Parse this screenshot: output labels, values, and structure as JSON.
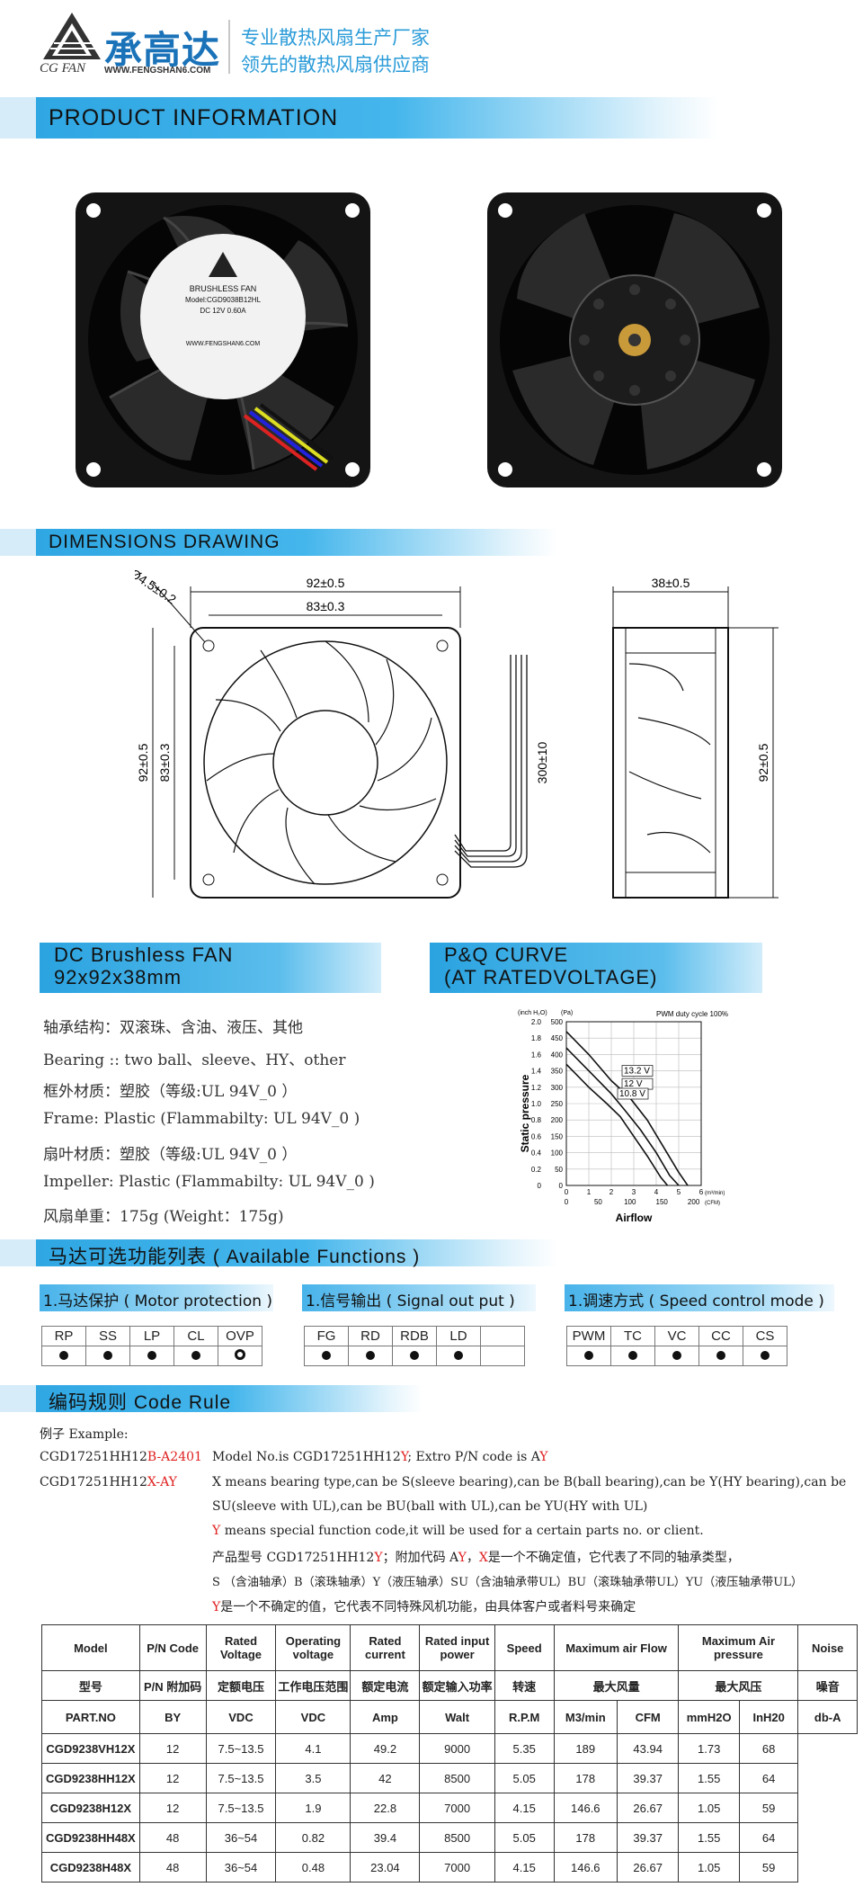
{
  "header": {
    "brand_cn": "承高达",
    "brand_en": "CG FAN",
    "brand_url": "WWW.FENGSHAN6.COM",
    "slogan_line1": "专业散热风扇生产厂家",
    "slogan_line2": "领先的散热风扇供应商",
    "logo_icon": "triangle-logo-icon"
  },
  "sections": {
    "product_info": "PRODUCT INFORMATION",
    "dimensions": "DIMENSIONS DRAWING"
  },
  "fan_label": {
    "line1": "BRUSHLESS FAN",
    "line2": "Model:CGD9038B12HL",
    "line3": "DC 12V  0.60A",
    "url": "WWW.FENGSHAN6.COM"
  },
  "dimensions": {
    "hole": "Ø4.5±0.2",
    "outer_width": "92±0.5",
    "hole_spacing_h": "83±0.3",
    "outer_height": "92±0.5",
    "hole_spacing_v": "83±0.3",
    "cable_length": "300±10",
    "depth": "38±0.5",
    "side_height": "92±0.5"
  },
  "dc_box": {
    "line1": "DC  Brushless  FAN",
    "line2": "92x92x38mm"
  },
  "pq_box": {
    "line1": "P&Q  CURVE",
    "line2": "(AT  RATEDVOLTAGE)"
  },
  "specs": [
    "轴承结构：双滚珠、含油、液压、其他",
    "Bearing :: two  ball、sleeve、HY、other",
    "框外材质：塑胶（等级:UL 94V_0 ）",
    "Frame: Plastic (Flammabilty: UL 94V_0 )",
    "扇叶材质：塑胶（等级:UL 94V_0 ）",
    "Impeller: Plastic  (Flammabilty: UL 94V_0 )",
    "风扇单重：175g  (Weight：175g)"
  ],
  "chart_data": {
    "type": "line",
    "title": "PWM duty cycle 100%",
    "xlabel": "Airflow",
    "ylabel": "Static pressure",
    "x_units": [
      "(m³/min)",
      "(CFM)"
    ],
    "y_units": [
      "(inch H₂O)",
      "(Pa)"
    ],
    "x_ticks_m3": [
      "0",
      "1",
      "2",
      "3",
      "4",
      "5",
      "6"
    ],
    "x_ticks_cfm": [
      "0",
      "50",
      "100",
      "150",
      "200"
    ],
    "y_ticks_inch": [
      "0",
      "0.2",
      "0.4",
      "0.6",
      "0.8",
      "1.0",
      "1.2",
      "1.4",
      "1.6",
      "1.8",
      "2.0"
    ],
    "y_ticks_pa": [
      "0",
      "50",
      "100",
      "150",
      "200",
      "250",
      "300",
      "350",
      "400",
      "450",
      "500"
    ],
    "xlim": [
      0,
      6
    ],
    "ylim": [
      0,
      500
    ],
    "series": [
      {
        "name": "13.2 V",
        "x": [
          0,
          1,
          2,
          2.8,
          3.6,
          4.3,
          5.0,
          5.4
        ],
        "y": [
          470,
          400,
          320,
          270,
          200,
          120,
          40,
          0
        ]
      },
      {
        "name": "12 V",
        "x": [
          0,
          1,
          2,
          2.6,
          3.3,
          4.0,
          4.6,
          5.0
        ],
        "y": [
          420,
          350,
          280,
          230,
          170,
          100,
          30,
          0
        ]
      },
      {
        "name": "10.8 V",
        "x": [
          0,
          1,
          1.8,
          2.4,
          3.0,
          3.6,
          4.2,
          4.5
        ],
        "y": [
          370,
          300,
          250,
          210,
          150,
          90,
          25,
          0
        ]
      }
    ]
  },
  "functions": {
    "title": "马达可选功能列表 ( Available  Functions )",
    "groups": [
      {
        "label": "1.马达保护 ( Motor  protection )",
        "cols": [
          "RP",
          "SS",
          "LP",
          "CL",
          "OVP"
        ],
        "marks": [
          "dot",
          "dot",
          "dot",
          "dot",
          "ring"
        ]
      },
      {
        "label": "1.信号输出 ( Signal  out  put )",
        "cols": [
          "FG",
          "RD",
          "RDB",
          "LD",
          ""
        ],
        "marks": [
          "dot",
          "dot",
          "dot",
          "dot",
          "none"
        ]
      },
      {
        "label": "1.调速方式 ( Speed  control mode )",
        "cols": [
          "PWM",
          "TC",
          "VC",
          "CC",
          "CS"
        ],
        "marks": [
          "dot",
          "dot",
          "dot",
          "dot",
          "dot"
        ]
      }
    ]
  },
  "code_rule": {
    "title": "编码规则 Code  Rule",
    "example_label": "例子 Example:",
    "ex1_left": "CGD17251HH12",
    "ex1_red": "B-A",
    "ex1_end": "2401",
    "ex2_left": "CGD17251HH12",
    "ex2_red": "X-AY",
    "model_text": "Model  No.is  CGD17251HH12",
    "model_red": "Y",
    "extro_text": "; Extro  P/N  code  is  A",
    "extro_red": "Y",
    "x_red": "X",
    "x_text": " means bearing type,can be S(sleeve bearing),can be B(ball bearing),can be Y(HY bearing),can be",
    "x_text2": "SU(sleeve with UL),can be BU(ball with UL),can be YU(HY with UL)",
    "y_red": "Y",
    "y_text": " means special function code,it will be used for a certain parts no. or client.",
    "cn1_a": "产品型号  CGD17251HH12",
    "cn1_b": "Y",
    "cn1_c": "；附加代码  A",
    "cn1_d": "Y",
    "cn1_e": "，",
    "cn1_f": "X",
    "cn1_g": "是一个不确定值，它代表了不同的轴承类型，",
    "cn2": "S （含油轴承）B（滚珠轴承）Y（液压轴承）SU（含油轴承带UL）BU（滚珠轴承带UL）YU（液压轴承带UL）",
    "cn3_red": "Y",
    "cn3_text": "是一个不确定的值，它代表不同特殊风机功能，由具体客户或者料号来确定"
  },
  "table": {
    "h1": [
      "Model",
      "P/N Code",
      "Rated Voltage",
      "Operating voltage",
      "Rated current",
      "Rated input power",
      "Speed",
      "Maximum        air Flow",
      "Maximum Air pressure",
      "Noise"
    ],
    "h2": [
      "型号",
      "P/N 附加码",
      "定额电压",
      "工作电压范围",
      "额定电流",
      "额定输入功率",
      "转速",
      "最大风量",
      "最大风压",
      "噪音"
    ],
    "h3": [
      "PART.NO",
      "VDC",
      "VDC",
      "Amp",
      "Walt",
      "R.P.M",
      "M3/min",
      "CFM",
      "mmH2O",
      "InH20",
      "db-A"
    ],
    "pn_code": "BY",
    "rows": [
      [
        "CGD9238VH12X",
        "12",
        "7.5~13.5",
        "4.1",
        "49.2",
        "9000",
        "5.35",
        "189",
        "43.94",
        "1.73",
        "68"
      ],
      [
        "CGD9238HH12X",
        "12",
        "7.5~13.5",
        "3.5",
        "42",
        "8500",
        "5.05",
        "178",
        "39.37",
        "1.55",
        "64"
      ],
      [
        "CGD9238H12X",
        "12",
        "7.5~13.5",
        "1.9",
        "22.8",
        "7000",
        "4.15",
        "146.6",
        "26.67",
        "1.05",
        "59"
      ],
      [
        "CGD9238HH48X",
        "48",
        "36~54",
        "0.82",
        "39.4",
        "8500",
        "5.05",
        "178",
        "39.37",
        "1.55",
        "64"
      ],
      [
        "CGD9238H48X",
        "48",
        "36~54",
        "0.48",
        "23.04",
        "7000",
        "4.15",
        "146.6",
        "26.67",
        "1.05",
        "59"
      ]
    ]
  },
  "colors": {
    "brand_blue": "#1a72b8",
    "banner_blue": "#2fa7e3",
    "highlight_red": "#e02020"
  }
}
